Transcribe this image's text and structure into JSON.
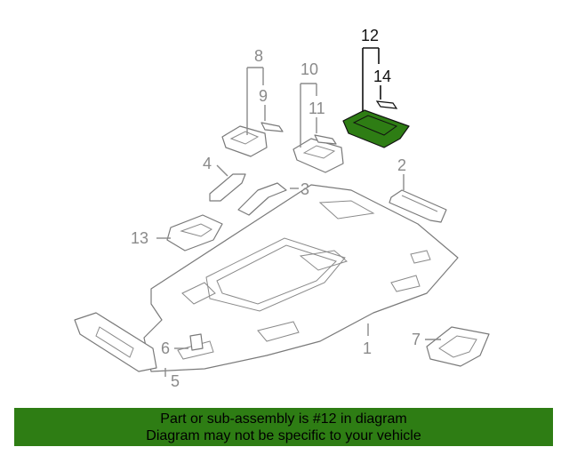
{
  "colors": {
    "highlight": "#2e7d14",
    "part_stroke": "#7a7a7a",
    "label_gray": "#8a8a8a",
    "label_dark": "#111111"
  },
  "callouts": {
    "c1": "1",
    "c2": "2",
    "c3": "3",
    "c4": "4",
    "c5": "5",
    "c6": "6",
    "c7": "7",
    "c8": "8",
    "c9": "9",
    "c10": "10",
    "c11": "11",
    "c12": "12",
    "c13": "13",
    "c14": "14"
  },
  "highlighted_part": "12",
  "banner": {
    "line1": "Part or sub-assembly is #12 in diagram",
    "line2": "Diagram may not be specific to your vehicle"
  }
}
